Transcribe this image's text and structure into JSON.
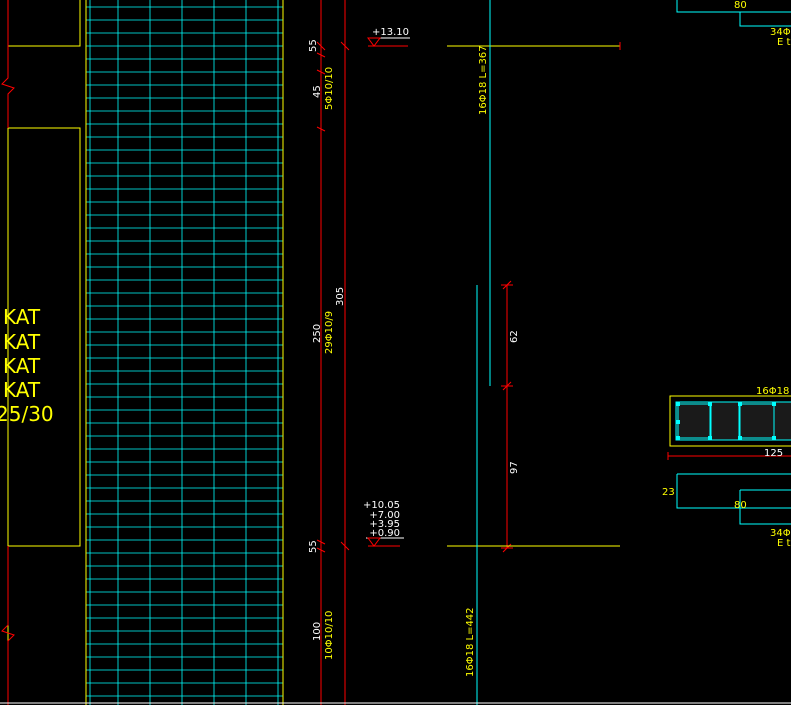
{
  "colors": {
    "background": "#000000",
    "yellow": "#ffff00",
    "red": "#ff0000",
    "cyan": "#00ffff",
    "white": "#ffffff"
  },
  "floor_labels": [
    "KAT",
    "KAT",
    "KAT",
    "KAT"
  ],
  "concrete_class": "25/30",
  "dimensions_left": {
    "top_55": "55",
    "top_45": "45",
    "stirrups_top": "5Φ10/10",
    "total_305": "305",
    "middle_250": "250",
    "stirrups_middle": "29Φ10/9",
    "bottom_55": "55",
    "bottom_100": "100",
    "stirrups_bottom": "10Φ10/10"
  },
  "elevations": {
    "top": "+13.10",
    "bottom_list": [
      "+10.05",
      "+7.00",
      "+3.95",
      "+0.90"
    ]
  },
  "bars": {
    "upper": "16Φ18   L=367",
    "lower": "16Φ18   L=442"
  },
  "lap_dims": {
    "lap_62": "62",
    "lap_97": "97"
  },
  "section": {
    "bars_label": "16Φ18",
    "width": "125",
    "top_right_80": "80",
    "top_right_bars": "34Φ",
    "top_right_sub": "E tr",
    "left_23": "23",
    "bottom_80": "80",
    "bottom_bars": "34Φ",
    "bottom_sub": "E tr"
  }
}
